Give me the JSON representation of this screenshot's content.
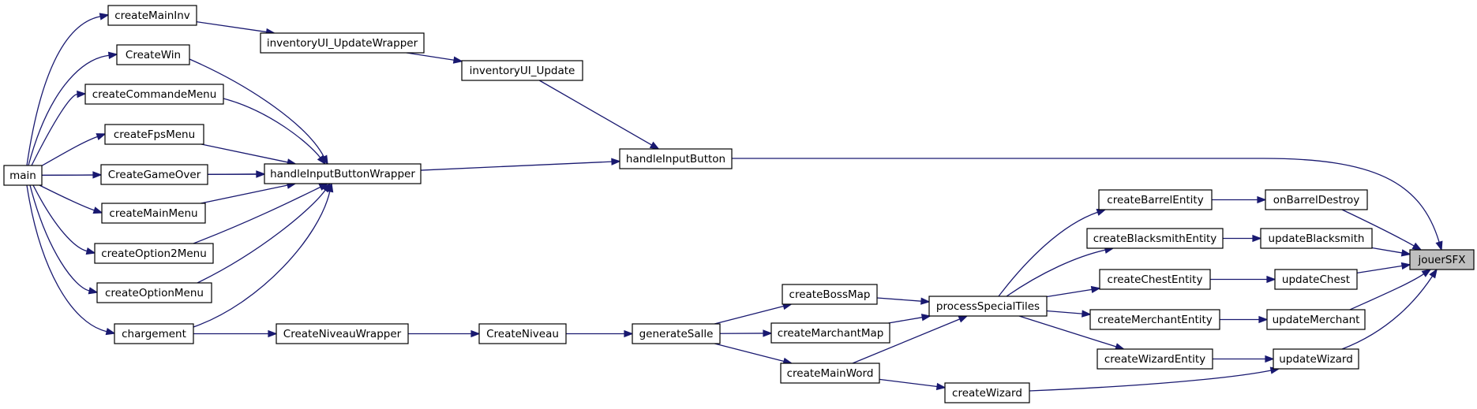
{
  "diagram": {
    "nodes": [
      {
        "id": "jouerSFX",
        "label": "jouerSFX",
        "target": true
      },
      {
        "id": "handleInputButton",
        "label": "handleInputButton"
      },
      {
        "id": "onBarrelDestroy",
        "label": "onBarrelDestroy"
      },
      {
        "id": "updateBlacksmith",
        "label": "updateBlacksmith"
      },
      {
        "id": "updateChest",
        "label": "updateChest"
      },
      {
        "id": "updateMerchant",
        "label": "updateMerchant"
      },
      {
        "id": "updateWizard",
        "label": "updateWizard"
      },
      {
        "id": "inventoryUI_Update",
        "label": "inventoryUI_Update"
      },
      {
        "id": "handleInputButtonWrapper",
        "label": "handleInputButtonWrapper"
      },
      {
        "id": "inventoryUI_UpdateWrapper",
        "label": "inventoryUI_UpdateWrapper"
      },
      {
        "id": "createMainInv",
        "label": "createMainInv"
      },
      {
        "id": "CreateWin",
        "label": "CreateWin"
      },
      {
        "id": "createCommandeMenu",
        "label": "createCommandeMenu"
      },
      {
        "id": "createFpsMenu",
        "label": "createFpsMenu"
      },
      {
        "id": "CreateGameOver",
        "label": "CreateGameOver"
      },
      {
        "id": "createMainMenu",
        "label": "createMainMenu"
      },
      {
        "id": "createOption2Menu",
        "label": "createOption2Menu"
      },
      {
        "id": "createOptionMenu",
        "label": "createOptionMenu"
      },
      {
        "id": "chargement",
        "label": "chargement"
      },
      {
        "id": "main",
        "label": "main"
      },
      {
        "id": "createBarrelEntity",
        "label": "createBarrelEntity"
      },
      {
        "id": "createBlacksmithEntity",
        "label": "createBlacksmithEntity"
      },
      {
        "id": "createChestEntity",
        "label": "createChestEntity"
      },
      {
        "id": "createMerchantEntity",
        "label": "createMerchantEntity"
      },
      {
        "id": "createWizardEntity",
        "label": "createWizardEntity"
      },
      {
        "id": "processSpecialTiles",
        "label": "processSpecialTiles"
      },
      {
        "id": "createBossMap",
        "label": "createBossMap"
      },
      {
        "id": "createMarchantMap",
        "label": "createMarchantMap"
      },
      {
        "id": "createMainWord",
        "label": "createMainWord"
      },
      {
        "id": "createWizard",
        "label": "createWizard"
      },
      {
        "id": "generateSalle",
        "label": "generateSalle"
      },
      {
        "id": "CreateNiveau",
        "label": "CreateNiveau"
      },
      {
        "id": "CreateNiveauWrapper",
        "label": "CreateNiveauWrapper"
      }
    ],
    "edges": [
      {
        "from": "main",
        "to": "createMainInv"
      },
      {
        "from": "main",
        "to": "CreateWin"
      },
      {
        "from": "main",
        "to": "createCommandeMenu"
      },
      {
        "from": "main",
        "to": "createFpsMenu"
      },
      {
        "from": "main",
        "to": "CreateGameOver"
      },
      {
        "from": "main",
        "to": "handleInputButtonWrapper"
      },
      {
        "from": "main",
        "to": "createMainMenu"
      },
      {
        "from": "main",
        "to": "createOption2Menu"
      },
      {
        "from": "main",
        "to": "createOptionMenu"
      },
      {
        "from": "main",
        "to": "chargement"
      },
      {
        "from": "createMainInv",
        "to": "inventoryUI_UpdateWrapper"
      },
      {
        "from": "inventoryUI_UpdateWrapper",
        "to": "inventoryUI_Update"
      },
      {
        "from": "inventoryUI_Update",
        "to": "handleInputButton"
      },
      {
        "from": "CreateWin",
        "to": "handleInputButtonWrapper"
      },
      {
        "from": "createCommandeMenu",
        "to": "handleInputButtonWrapper"
      },
      {
        "from": "createFpsMenu",
        "to": "handleInputButtonWrapper"
      },
      {
        "from": "CreateGameOver",
        "to": "handleInputButtonWrapper"
      },
      {
        "from": "createMainMenu",
        "to": "handleInputButtonWrapper"
      },
      {
        "from": "createOption2Menu",
        "to": "handleInputButtonWrapper"
      },
      {
        "from": "createOptionMenu",
        "to": "handleInputButtonWrapper"
      },
      {
        "from": "chargement",
        "to": "handleInputButtonWrapper"
      },
      {
        "from": "chargement",
        "to": "CreateNiveauWrapper"
      },
      {
        "from": "handleInputButtonWrapper",
        "to": "handleInputButton"
      },
      {
        "from": "handleInputButton",
        "to": "jouerSFX"
      },
      {
        "from": "CreateNiveauWrapper",
        "to": "CreateNiveau"
      },
      {
        "from": "CreateNiveau",
        "to": "generateSalle"
      },
      {
        "from": "generateSalle",
        "to": "createBossMap"
      },
      {
        "from": "generateSalle",
        "to": "createMarchantMap"
      },
      {
        "from": "generateSalle",
        "to": "createMainWord"
      },
      {
        "from": "createBossMap",
        "to": "processSpecialTiles"
      },
      {
        "from": "createMarchantMap",
        "to": "processSpecialTiles"
      },
      {
        "from": "createMainWord",
        "to": "processSpecialTiles"
      },
      {
        "from": "createMainWord",
        "to": "createWizard"
      },
      {
        "from": "createWizard",
        "to": "updateWizard"
      },
      {
        "from": "processSpecialTiles",
        "to": "createBarrelEntity"
      },
      {
        "from": "processSpecialTiles",
        "to": "createBlacksmithEntity"
      },
      {
        "from": "processSpecialTiles",
        "to": "createChestEntity"
      },
      {
        "from": "processSpecialTiles",
        "to": "createMerchantEntity"
      },
      {
        "from": "processSpecialTiles",
        "to": "createWizardEntity"
      },
      {
        "from": "createBarrelEntity",
        "to": "onBarrelDestroy"
      },
      {
        "from": "createBlacksmithEntity",
        "to": "updateBlacksmith"
      },
      {
        "from": "createChestEntity",
        "to": "updateChest"
      },
      {
        "from": "createMerchantEntity",
        "to": "updateMerchant"
      },
      {
        "from": "createWizardEntity",
        "to": "updateWizard"
      },
      {
        "from": "onBarrelDestroy",
        "to": "jouerSFX"
      },
      {
        "from": "updateBlacksmith",
        "to": "jouerSFX"
      },
      {
        "from": "updateChest",
        "to": "jouerSFX"
      },
      {
        "from": "updateMerchant",
        "to": "jouerSFX"
      },
      {
        "from": "updateWizard",
        "to": "jouerSFX"
      }
    ]
  }
}
